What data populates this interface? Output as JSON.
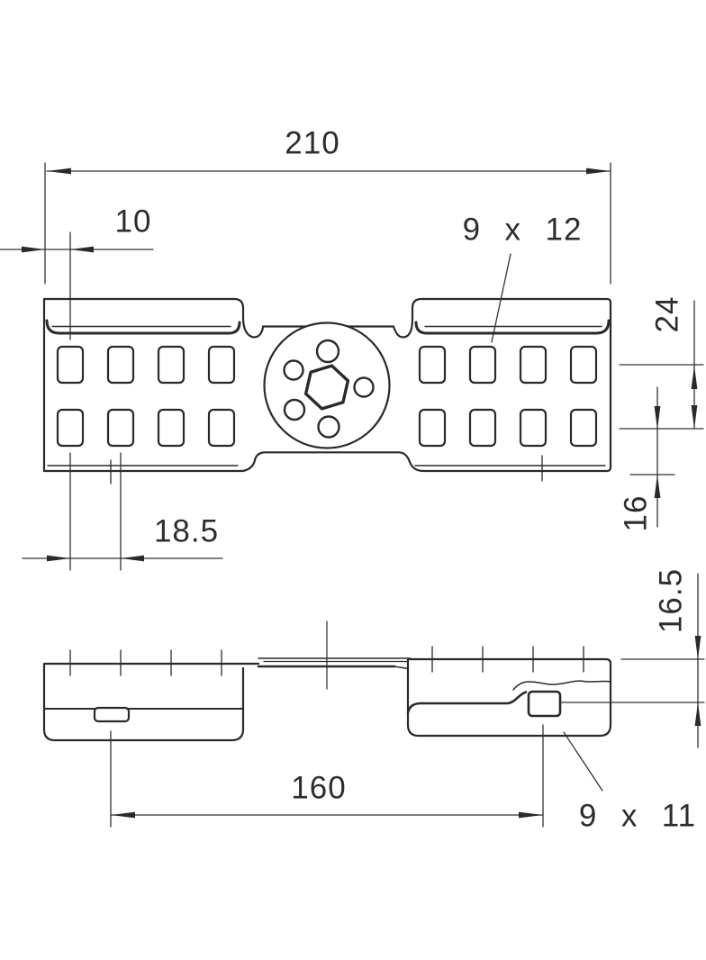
{
  "drawing": {
    "type": "technical-dimension-drawing",
    "line_color": "#2a2a2a",
    "background_color": "#ffffff",
    "views": {
      "top_view": "perforated connector plate with central hex-bolt hub",
      "side_view": "side elevation of two overlapping tray profiles"
    },
    "dimensions": {
      "overall_length": "210",
      "end_hole_offset": "10",
      "perforation_size": "9 x 12",
      "row_spacing": "24",
      "bottom_edge_distance": "16",
      "hole_pitch": "18.5",
      "side_height_to_hole": "16.5",
      "side_slot_spacing": "160",
      "side_hole_size": "9 x 11"
    }
  }
}
